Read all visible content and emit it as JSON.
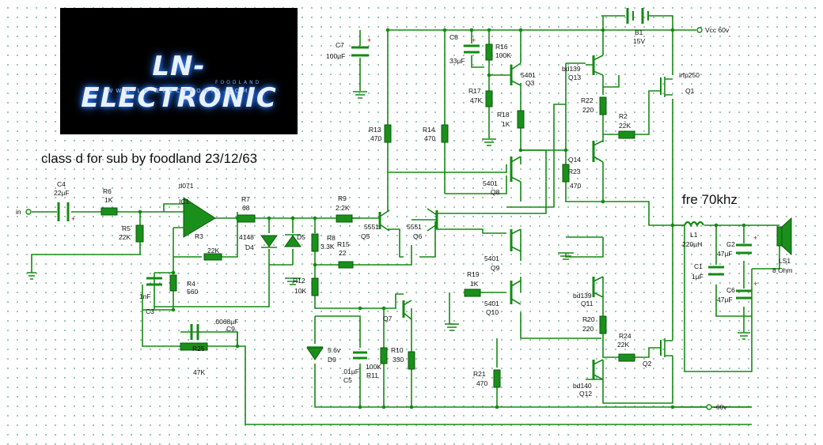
{
  "logo": {
    "name": "LN-ELECTRONIC",
    "sub": "FOODLAND",
    "url": "WWW.LN-ELECTRONIC.COM"
  },
  "title": "class d for sub by foodland 23/12/63",
  "freq": "fre 70khz",
  "nets": {
    "in": "in",
    "vcc": "Vcc 60v",
    "vee": "-60v"
  },
  "parts": {
    "C4": [
      "C4",
      "22µF"
    ],
    "R6": [
      "R6",
      "1K"
    ],
    "R5": [
      "R5",
      "22K"
    ],
    "IC1": [
      "IC1",
      "tl071"
    ],
    "R3": [
      "R3",
      "22K"
    ],
    "R4": [
      "R4",
      "560"
    ],
    "C3": [
      "1nF",
      "C3"
    ],
    "R25": [
      "R25",
      "47K"
    ],
    "C9": [
      ".0068µF",
      "C9"
    ],
    "R7": [
      "R7",
      "68"
    ],
    "D4": [
      "4148",
      "D4"
    ],
    "D5": [
      "D5"
    ],
    "R8": [
      "R8",
      "3.3K"
    ],
    "R9": [
      "R9",
      "2.2K"
    ],
    "R15": [
      "R15",
      "22"
    ],
    "R12": [
      "R12",
      "10K"
    ],
    "Q5": [
      "5551",
      "Q5"
    ],
    "Q6": [
      "5551",
      "Q6"
    ],
    "Q7": [
      "Q7"
    ],
    "D9": [
      "5.6v",
      "D9"
    ],
    "C5": [
      ".01µF",
      "C5"
    ],
    "R11": [
      "100K",
      "R11"
    ],
    "R10": [
      "R10",
      "330"
    ],
    "R13": [
      "R13",
      "470"
    ],
    "R14": [
      "R14",
      "470"
    ],
    "C7": [
      "C7",
      "100µF"
    ],
    "C8": [
      "C8",
      "33µF"
    ],
    "R16": [
      "R16",
      "100K"
    ],
    "R17": [
      "R17",
      "47K"
    ],
    "R18": [
      "R18",
      "1K"
    ],
    "Q3": [
      "5401",
      "Q3"
    ],
    "Q8": [
      "5401",
      "Q8"
    ],
    "Q9": [
      "5401",
      "Q9"
    ],
    "R19": [
      "R19",
      "1K"
    ],
    "Q10": [
      "5401",
      "Q10"
    ],
    "R21": [
      "R21",
      "470"
    ],
    "Q13": [
      "bd139",
      "Q13"
    ],
    "R22": [
      "R22",
      "220"
    ],
    "Q14": [
      "Q14"
    ],
    "R23": [
      "R23",
      "470"
    ],
    "R2": [
      "R2",
      "22K"
    ],
    "B1": [
      "B1",
      "15V"
    ],
    "Q1": [
      "irfp250",
      "Q1"
    ],
    "Q11": [
      "bd139",
      "Q11"
    ],
    "R20": [
      "R20",
      "220"
    ],
    "R24": [
      "R24",
      "22K"
    ],
    "Q12": [
      "bd140",
      "Q12"
    ],
    "Q2": [
      "Q2"
    ],
    "L1": [
      "L1",
      "220µH"
    ],
    "C1": [
      "C1",
      "1µF"
    ],
    "C2": [
      "C2",
      "47µF"
    ],
    "C6": [
      "C6",
      "47µF"
    ],
    "LS1": [
      "LS1",
      "8 Ohm"
    ]
  }
}
